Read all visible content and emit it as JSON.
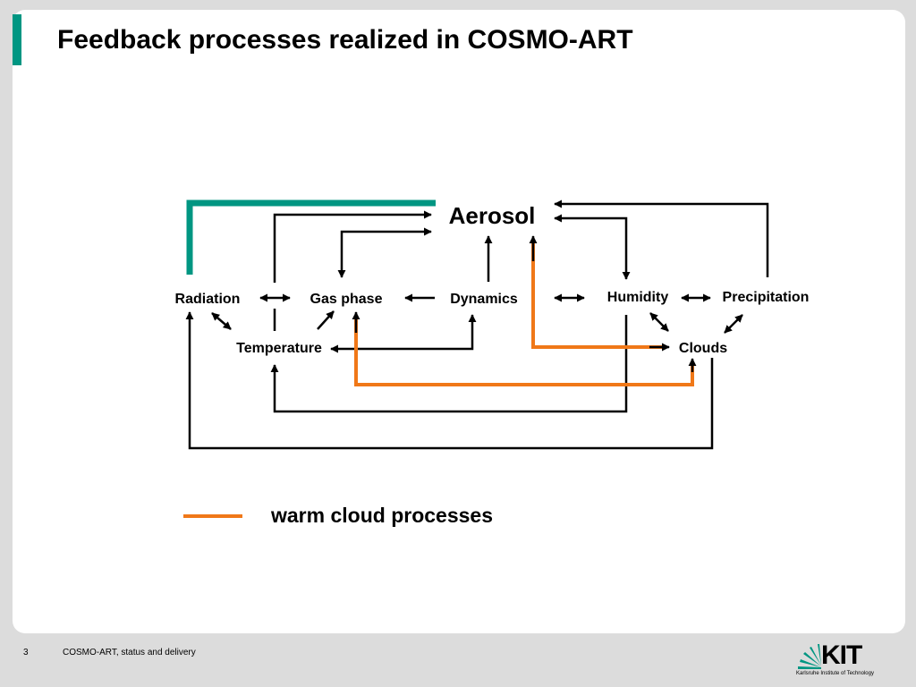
{
  "slide": {
    "title": "Feedback processes realized in COSMO-ART",
    "page_number": "3",
    "footer": "COSMO-ART, status and delivery"
  },
  "diagram": {
    "nodes": {
      "aerosol": "Aerosol",
      "radiation": "Radiation",
      "gas_phase": "Gas phase",
      "dynamics": "Dynamics",
      "humidity": "Humidity",
      "precipitation": "Precipitation",
      "temperature": "Temperature",
      "clouds": "Clouds"
    },
    "legend": {
      "label": "warm cloud processes",
      "color": "#f07818"
    },
    "colors": {
      "teal": "#009682",
      "orange": "#f07818",
      "black": "#000000"
    }
  },
  "logo": {
    "text": "KIT",
    "subtitle": "Karlsruhe Institute of Technology"
  }
}
